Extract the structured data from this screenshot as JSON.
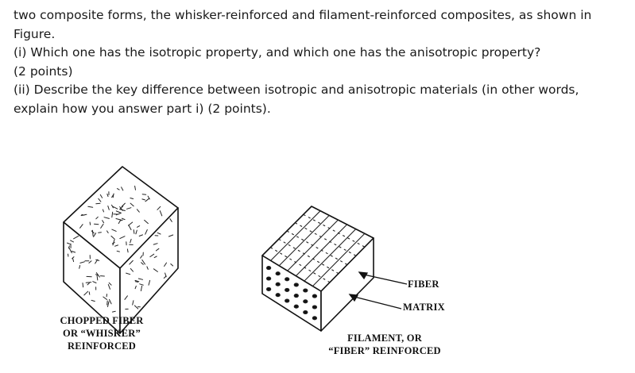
{
  "question": {
    "lines": [
      "two composite forms, the whisker-reinforced and filament-reinforced composites, as shown in Figure.",
      "(i) Which one has the isotropic property, and which one has the anisotropic property?",
      "(2 points)",
      "(ii) Describe the key difference between isotropic and anisotropic materials (in other words, explain how you answer part i) (2 points)."
    ]
  },
  "figure": {
    "whisker_caption": [
      "CHOPPED FIBER",
      "OR “WHISKER”",
      "REINFORCED"
    ],
    "filament_caption": [
      "FILAMENT, OR",
      "“FIBER” REINFORCED"
    ],
    "fiber_label": "FIBER",
    "matrix_label": "MATRIX"
  }
}
